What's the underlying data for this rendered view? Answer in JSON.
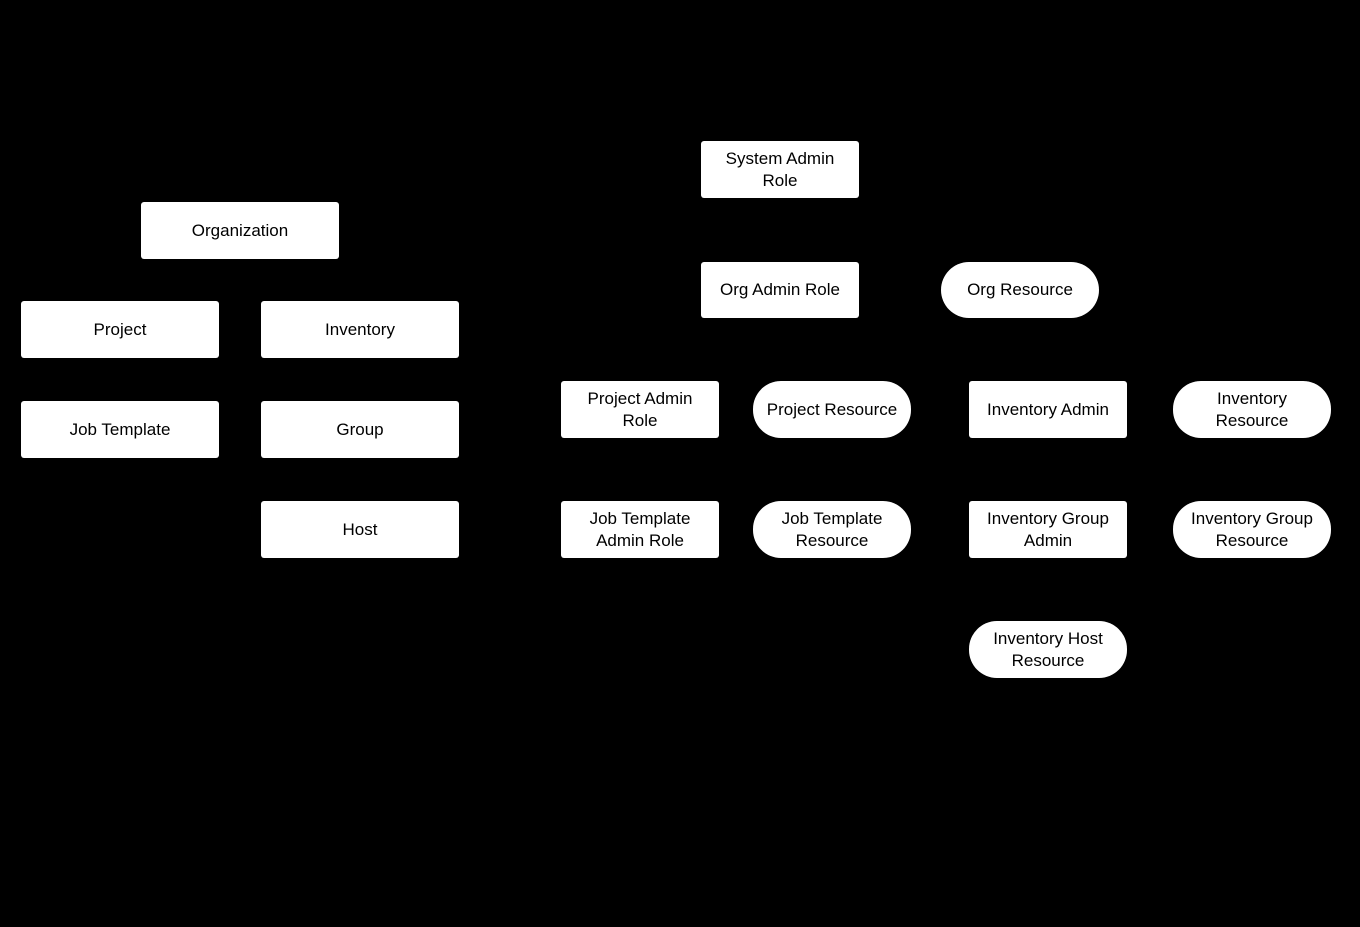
{
  "diagram": {
    "colors": {
      "background": "#000000",
      "node_fill": "#ffffff",
      "node_text": "#000000"
    },
    "nodes": [
      {
        "id": "organization",
        "label": "Organization",
        "shape": "rect"
      },
      {
        "id": "project",
        "label": "Project",
        "shape": "rect"
      },
      {
        "id": "inventory",
        "label": "Inventory",
        "shape": "rect"
      },
      {
        "id": "job-template",
        "label": "Job Template",
        "shape": "rect"
      },
      {
        "id": "group",
        "label": "Group",
        "shape": "rect"
      },
      {
        "id": "host",
        "label": "Host",
        "shape": "rect"
      },
      {
        "id": "system-admin-role",
        "label": "System Admin\nRole",
        "shape": "rect"
      },
      {
        "id": "org-admin-role",
        "label": "Org Admin Role",
        "shape": "rect"
      },
      {
        "id": "org-resource",
        "label": "Org Resource",
        "shape": "pill"
      },
      {
        "id": "project-admin-role",
        "label": "Project Admin\nRole",
        "shape": "rect"
      },
      {
        "id": "project-resource",
        "label": "Project Resource",
        "shape": "pill"
      },
      {
        "id": "inventory-admin",
        "label": "Inventory Admin",
        "shape": "rect"
      },
      {
        "id": "inventory-resource",
        "label": "Inventory\nResource",
        "shape": "pill"
      },
      {
        "id": "job-template-admin-role",
        "label": "Job Template\nAdmin Role",
        "shape": "rect"
      },
      {
        "id": "job-template-resource",
        "label": "Job Template\nResource",
        "shape": "pill"
      },
      {
        "id": "inventory-group-admin",
        "label": "Inventory Group\nAdmin",
        "shape": "rect"
      },
      {
        "id": "inventory-group-resource",
        "label": "Inventory Group\nResource",
        "shape": "pill"
      },
      {
        "id": "inventory-host-resource",
        "label": "Inventory Host\nResource",
        "shape": "pill"
      }
    ]
  }
}
